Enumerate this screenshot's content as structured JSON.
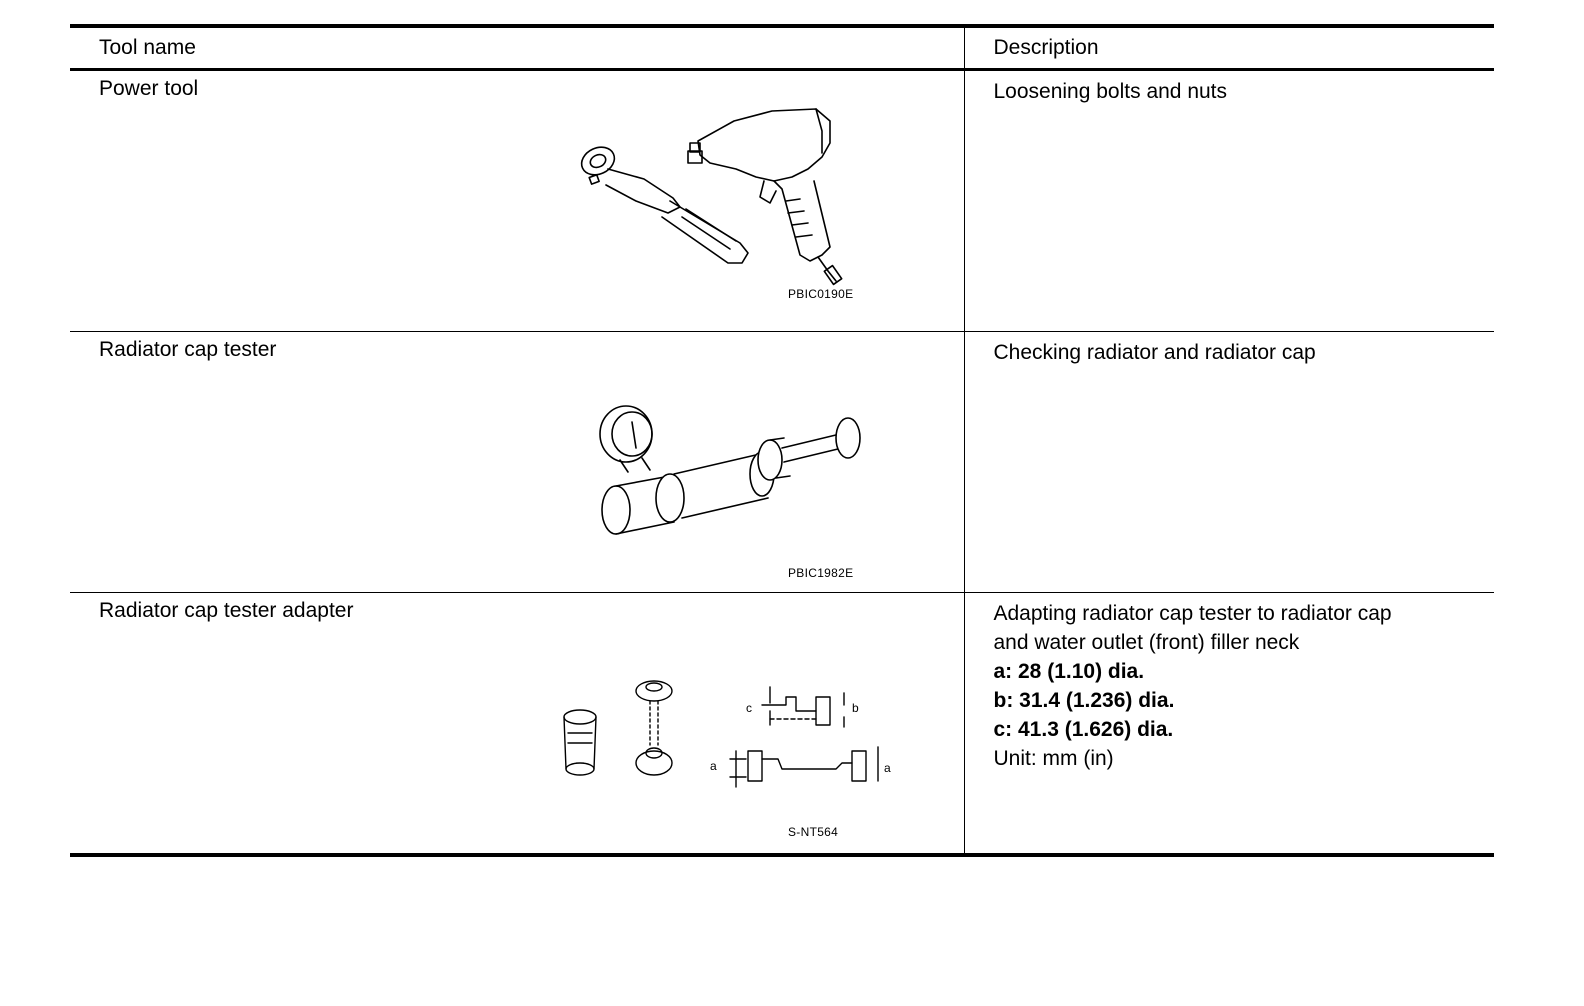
{
  "header": {
    "tool_name": "Tool name",
    "description": "Description"
  },
  "rows": [
    {
      "name": "Power tool",
      "figure_code": "PBIC0190E",
      "figure_icon": "power-tools-illustration",
      "description_lines": [
        "Loosening bolts and nuts"
      ]
    },
    {
      "name": "Radiator cap tester",
      "figure_code": "PBIC1982E",
      "figure_icon": "radiator-cap-tester-illustration",
      "description_lines": [
        "Checking radiator and radiator cap"
      ]
    },
    {
      "name": "Radiator cap tester adapter",
      "figure_code": "S-NT564",
      "figure_icon": "radiator-cap-tester-adapter-illustration",
      "figure_labels": {
        "a": "a",
        "b": "b",
        "c": "c"
      },
      "description_lines": [
        "Adapting radiator cap tester to radiator cap",
        "and water outlet (front) filler neck"
      ],
      "dimensions": [
        "a: 28 (1.10) dia.",
        "b: 31.4 (1.236) dia.",
        "c: 41.3 (1.626) dia."
      ],
      "unit": "Unit: mm (in)"
    }
  ]
}
